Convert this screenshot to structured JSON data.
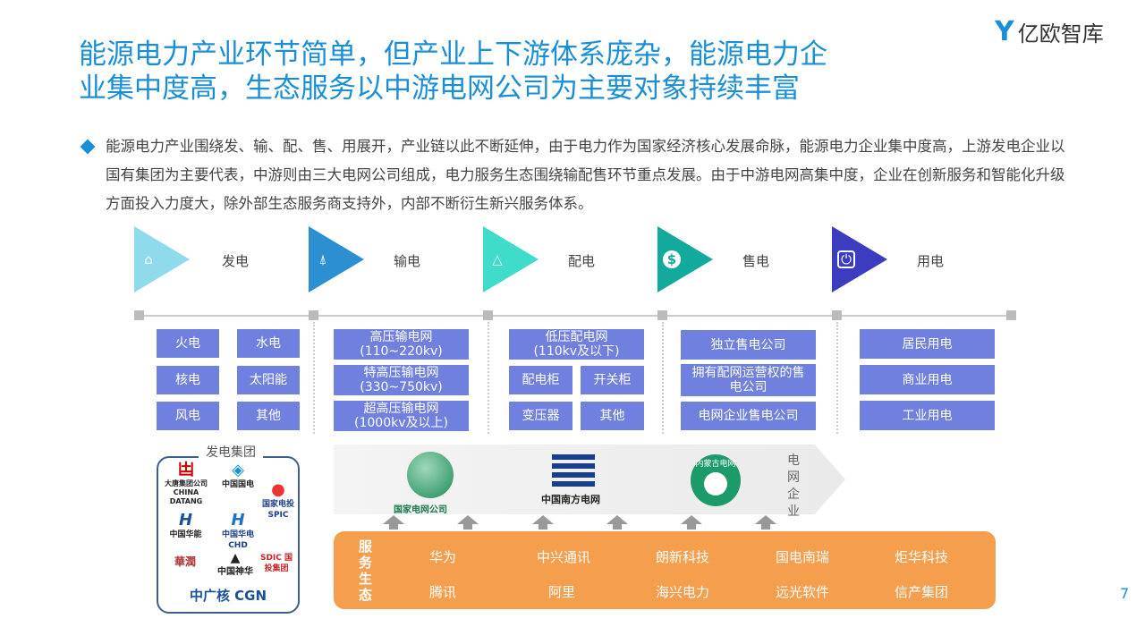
{
  "header": {
    "title_line1": "能源电力产业环节简单，但产业上下游体系庞杂，能源电力企",
    "title_line2": "业集中度高，生态服务以中游电网公司为主要对象持续丰富",
    "brand": "亿欧智库"
  },
  "bullet": "能源电力产业围绕发、输、配、售、用展开，产业链以此不断延伸，由于电力作为国家经济核心发展命脉，能源电力企业集中度高，上游发电企业以国有集团为主要代表，中游则由三大电网公司组成，电力服务生态围绕输配售环节重点发展。由于中游电网高集中度，企业在创新服务和智能化升级方面投入力度大，除外部生态服务商支持外，内部不断衍生新兴服务体系。",
  "stages": [
    {
      "label": "发电",
      "icon": "factory-icon",
      "color": "#8fdbec"
    },
    {
      "label": "输电",
      "icon": "power-tower-icon",
      "color": "#2b8fd2"
    },
    {
      "label": "配电",
      "icon": "warning-triangle-icon",
      "color": "#3fdcca"
    },
    {
      "label": "售电",
      "icon": "dollar-icon",
      "color": "#13a99c"
    },
    {
      "label": "用电",
      "icon": "power-icon",
      "color": "#3b3cc0"
    }
  ],
  "generation": [
    "火电",
    "水电",
    "核电",
    "太阳能",
    "风电",
    "其他"
  ],
  "transmission": [
    [
      "高压输电网",
      "(110~220kv)"
    ],
    [
      "特高压输电网",
      "(330~750kv)"
    ],
    [
      "超高压输电网",
      "(1000kv及以上)"
    ]
  ],
  "distribution": {
    "top": [
      "低压配电网",
      "(110kv及以下)"
    ],
    "items": [
      "配电柜",
      "开关柜",
      "变压器",
      "其他"
    ]
  },
  "sales": [
    "独立售电公司",
    "拥有配网运营权的售电公司",
    "电网企业售电公司"
  ],
  "usage": [
    "居民用电",
    "商业用电",
    "工业用电"
  ],
  "gen_group": {
    "title": "发电集团",
    "logos": [
      "大唐集团公司 CHINA DATANG",
      "中国国电",
      "国家电投 SPIC",
      "中国华能",
      "中国华电 CHD",
      "華潤",
      "中国神华",
      "SDIC 国投集团",
      "中广核 CGN"
    ]
  },
  "grid": {
    "logos": [
      "国家电网公司",
      "中国南方电网",
      "内蒙古电网"
    ],
    "label": "电网企业"
  },
  "services": {
    "label": "服务生态",
    "row1": [
      "华为",
      "中兴通讯",
      "朗新科技",
      "国电南瑞",
      "炬华科技"
    ],
    "row2": [
      "腾讯",
      "阿里",
      "海兴电力",
      "远光软件",
      "信产集团"
    ]
  },
  "page_number": "7"
}
